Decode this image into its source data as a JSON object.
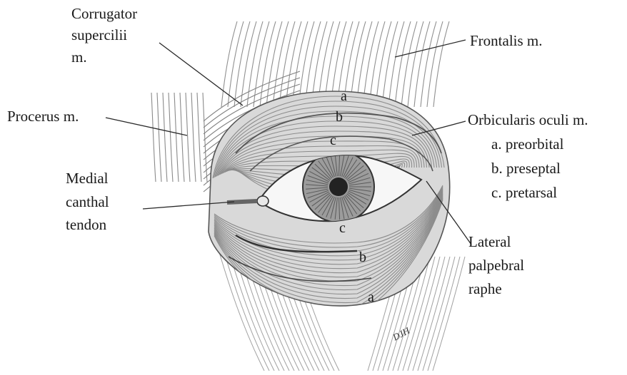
{
  "labels": {
    "corrugator": [
      "Corrugator",
      "supercilii",
      "m."
    ],
    "frontalis": "Frontalis m.",
    "procerus": "Procerus m.",
    "orbicularis": "Orbicularis oculi m.",
    "orbicularis_parts": [
      "a. preorbital",
      "b. preseptal",
      "c. pretarsal"
    ],
    "medial": [
      "Medial",
      "canthal",
      "tendon"
    ],
    "lateral": [
      "Lateral",
      "palpebral",
      "raphe"
    ]
  },
  "zone_letters": {
    "upper_a": "a",
    "upper_b": "b",
    "upper_c": "c",
    "lower_c": "c",
    "lower_b": "b",
    "lower_a": "a"
  },
  "signature": "DJH",
  "colors": {
    "ink": "#2a2a2a",
    "muscle": "#9a9a9a",
    "iris": "#6f6f6f",
    "pupil": "#222222"
  }
}
